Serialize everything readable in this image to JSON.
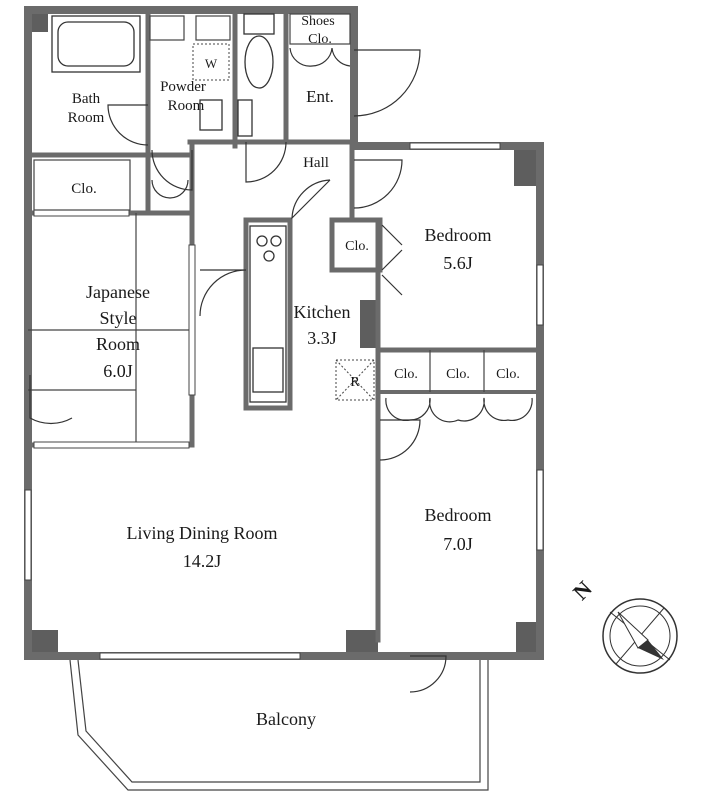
{
  "rooms": {
    "bath": [
      "Bath",
      "Room"
    ],
    "powder": [
      "Powder",
      "Room"
    ],
    "washer": "W",
    "shoes": [
      "Shoes",
      "Clo."
    ],
    "entrance": "Ent.",
    "hall": "Hall",
    "closet_west": "Clo.",
    "japanese": [
      "Japanese",
      "Style",
      "Room",
      "6.0J"
    ],
    "kitchen": [
      "Kitchen",
      "3.3J"
    ],
    "fridge": "R",
    "closet_bed1": "Clo.",
    "bedroom1": [
      "Bedroom",
      "5.6J"
    ],
    "closets_bed2": [
      "Clo.",
      "Clo.",
      "Clo."
    ],
    "bedroom2": [
      "Bedroom",
      "7.0J"
    ],
    "living": [
      "Living Dining Room",
      "14.2J"
    ],
    "balcony": "Balcony"
  },
  "compass": {
    "label": "N",
    "icon": "compass-icon"
  }
}
